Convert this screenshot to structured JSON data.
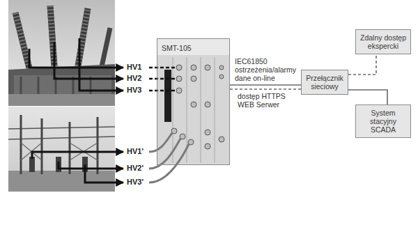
{
  "diagram": {
    "nodes": [
      {
        "text": [
          "SMT-105"
        ]
      },
      {
        "text": [
          "Przełącznik sieciowy"
        ]
      },
      {
        "text": [
          "Zdalny dostęp ekspercki"
        ]
      },
      {
        "text": [
          "System stacyjny SCADA"
        ]
      }
    ],
    "edges": [
      {
        "from": 0,
        "to": 1,
        "arrow": "none",
        "label": "IEC61850 ostrzeżenia/alarmy dane on-line"
      },
      {
        "from": 0,
        "to": 1,
        "arrow": "none",
        "label": "dostęp HTTPS WEB Serwer"
      },
      {
        "from": 1,
        "to": 2,
        "arrow": "none"
      },
      {
        "from": 1,
        "to": 3,
        "arrow": "none"
      }
    ],
    "labels": [
      "HV1",
      "HV2",
      "HV3",
      "HV1'",
      "HV2'",
      "HV3'"
    ]
  }
}
